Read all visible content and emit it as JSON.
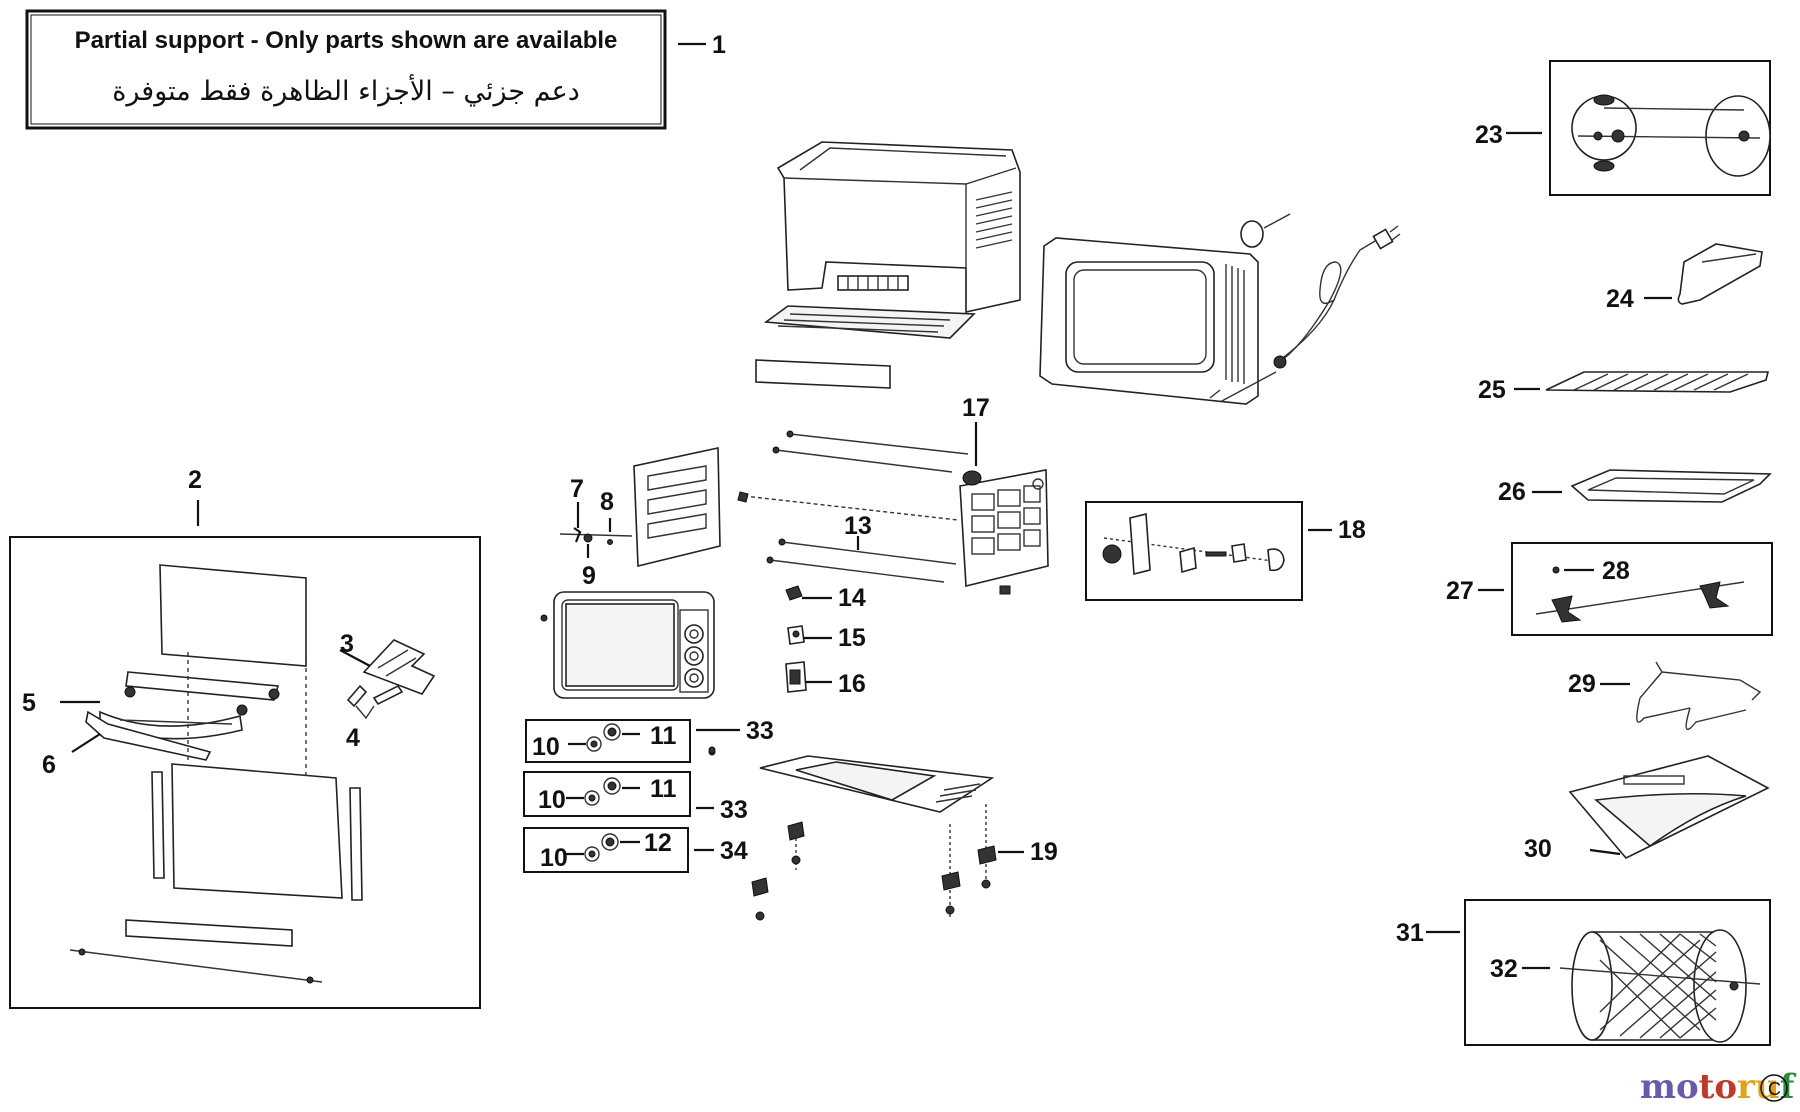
{
  "notice": {
    "english": "Partial support - Only parts shown are available",
    "arabic": "دعم جزئي – الأجزاء الظاهرة فقط متوفرة"
  },
  "part_labels": {
    "l1": "1",
    "l2": "2",
    "l3": "3",
    "l4": "4",
    "l5": "5",
    "l6": "6",
    "l7": "7",
    "l8": "8",
    "l9": "9",
    "l10a": "10",
    "l10b": "10",
    "l10c": "10",
    "l11a": "11",
    "l11b": "11",
    "l12": "12",
    "l13": "13",
    "l14": "14",
    "l15": "15",
    "l16": "16",
    "l17": "17",
    "l18": "18",
    "l19": "19",
    "l23": "23",
    "l24": "24",
    "l25": "25",
    "l26": "26",
    "l27": "27",
    "l28": "28",
    "l29": "29",
    "l30": "30",
    "l31": "31",
    "l32": "32",
    "l33a": "33",
    "l33b": "33",
    "l34": "34"
  },
  "watermark": {
    "m1": "mo",
    "m2": "to",
    "m3": "ru",
    "m4": "f"
  }
}
